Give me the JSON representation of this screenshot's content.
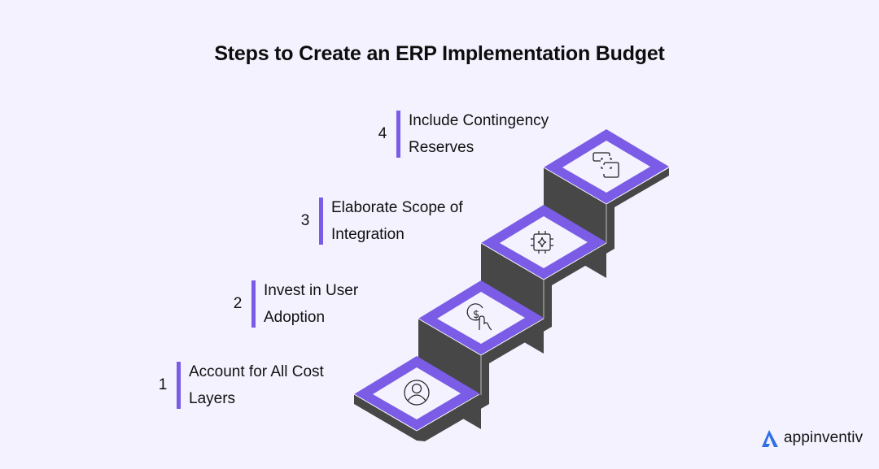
{
  "title": "Steps to Create an ERP Implementation Budget",
  "colors": {
    "background": "#f4f2fe",
    "accent": "#7b5ce6",
    "step_dark": "#474747",
    "step_top": "#f4f2fe",
    "logo_blue": "#2f6fe8"
  },
  "steps": [
    {
      "number": "1",
      "line1": "Account for All Cost",
      "line2": "Layers",
      "icon": "user-profile-icon"
    },
    {
      "number": "2",
      "line1": "Invest in User",
      "line2": "Adoption",
      "icon": "dollar-hand-icon"
    },
    {
      "number": "3",
      "line1": "Elaborate Scope of",
      "line2": "Integration",
      "icon": "chip-sparkle-icon"
    },
    {
      "number": "4",
      "line1": "Include Contingency",
      "line2": "Reserves",
      "icon": "focus-frame-icon"
    }
  ],
  "logo": {
    "text": "appinventiv",
    "icon": "appinventiv-logo-icon"
  }
}
